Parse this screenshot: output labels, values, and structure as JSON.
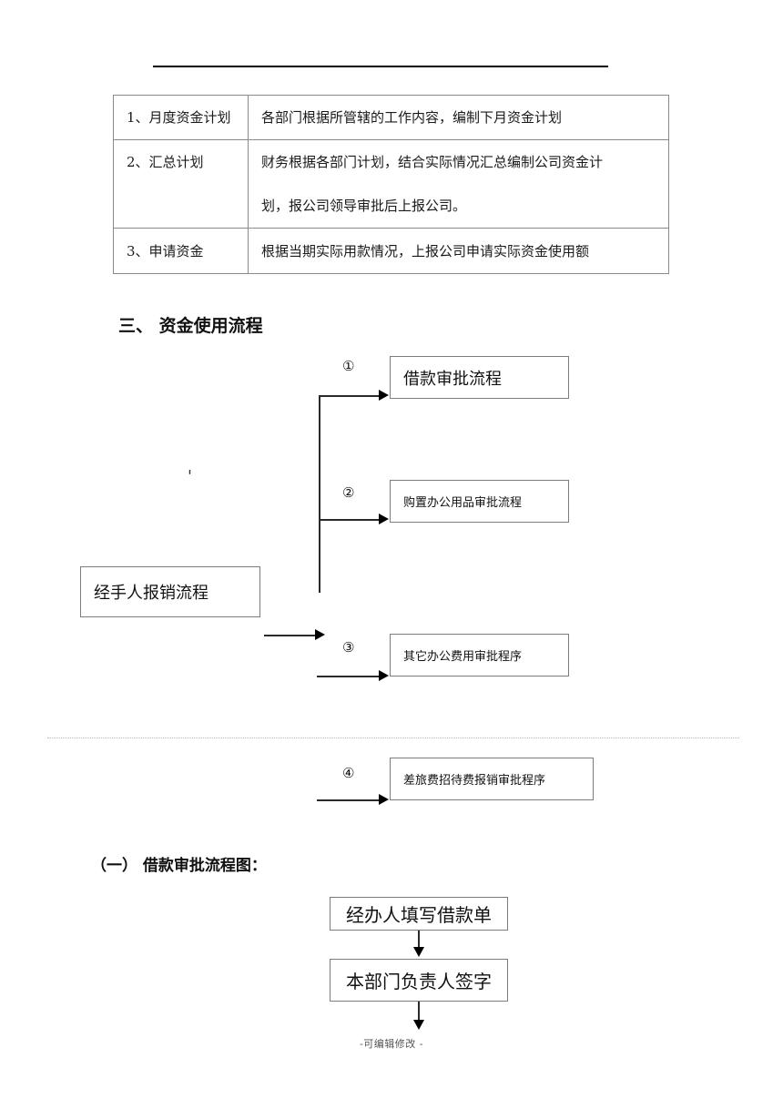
{
  "document": {
    "footer_note": "-可编辑修改 -"
  },
  "plan_table": {
    "rows": [
      {
        "label": "1、月度资金计划",
        "description_lines": [
          "各部门根据所管辖的工作内容，编制下月资金计划"
        ]
      },
      {
        "label": "2、汇总计划",
        "description_lines": [
          "财务根据各部门计划，结合实际情况汇总编制公司资金计",
          "划，报公司领导审批后上报公司。"
        ]
      },
      {
        "label": "3、申请资金",
        "description_lines": [
          "根据当期实际用款情况，上报公司申请实际资金使用额"
        ]
      }
    ]
  },
  "headings": {
    "section_three": "三、 资金使用流程",
    "subsection_one": "（一） 借款审批流程图："
  },
  "fund_usage_flow": {
    "source_box": "经手人报销流程",
    "branches": [
      {
        "marker": "①",
        "label": "借款审批流程"
      },
      {
        "marker": "②",
        "label": "购置办公用品审批流程"
      },
      {
        "marker": "③",
        "label": "其它办公费用审批程序"
      },
      {
        "marker": "④",
        "label": "差旅费招待费报销审批程序"
      }
    ],
    "stray_mark": "'"
  },
  "loan_approval_flow": {
    "steps": [
      "经办人填写借款单",
      "本部门负责人签字"
    ]
  }
}
